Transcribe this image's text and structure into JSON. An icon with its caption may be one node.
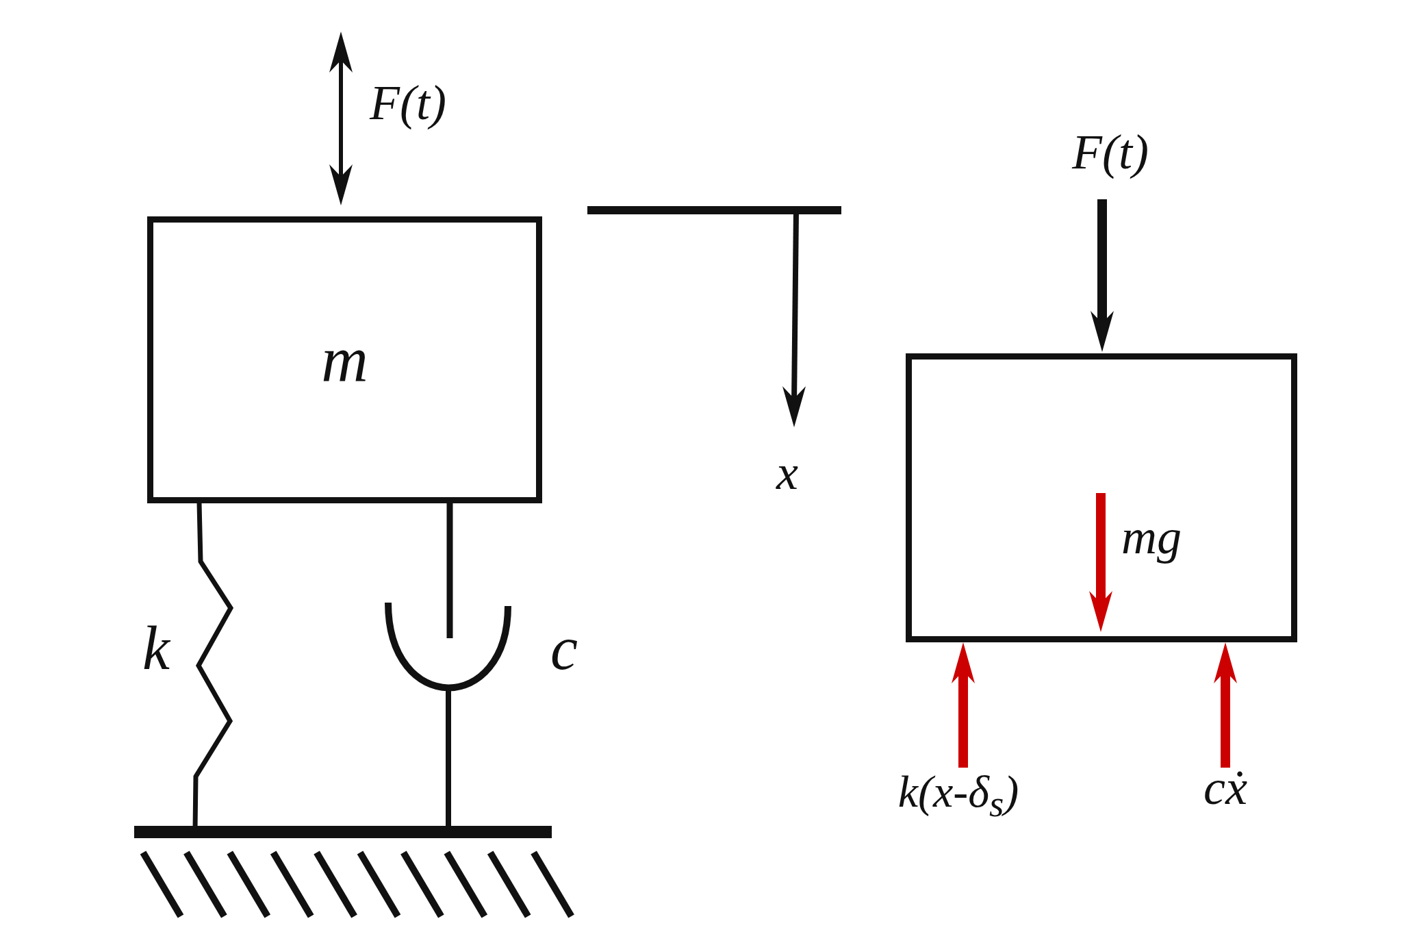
{
  "diagram": {
    "nodes": [
      {
        "text": [
          "m"
        ]
      },
      {
        "text": [],
        "shape": "box"
      }
    ],
    "labels": [
      "F(t)",
      "F(t)",
      "x",
      "mg",
      "k",
      "c",
      "k(x-δ$_{s}$)",
      "cẋ"
    ]
  }
}
